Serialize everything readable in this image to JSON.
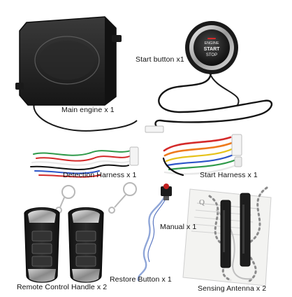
{
  "labels": {
    "start_button": "Start button x1",
    "main_engine": "Main engine x 1",
    "detection_harness": "Detection Harness x 1",
    "start_harness": "Start Harness x 1",
    "manual": "Manual x 1",
    "remote_control": "Remote Control Handle x 2",
    "restore_button": "Restore Button x 1",
    "sensing_antenna": "Sensing Antenna x 2"
  },
  "button_face": {
    "line1": "ENGINE",
    "line2": "START",
    "line3": "STOP"
  },
  "manual_text": "Q",
  "colors": {
    "background": "#ffffff",
    "device_black": "#1e1e1e",
    "wire_red": "#d42a2a",
    "wire_green": "#2f9a4a",
    "wire_blue": "#2d55c8",
    "wire_yellow": "#e6c21a",
    "wire_orange": "#ee7a1c",
    "wire_white": "#e8e8e8",
    "restore_wire": "#8fa6d8"
  }
}
